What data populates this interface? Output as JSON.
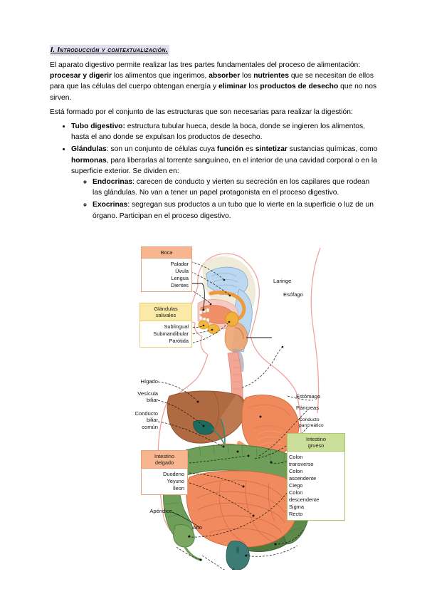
{
  "document": {
    "title": "I. Introducción y contextualización.",
    "paragraphs": [
      {
        "id": "p1",
        "runs": [
          {
            "t": "El aparato digestivo permite realizar las tres partes fundamentales del proceso de alimentación: ",
            "b": false
          },
          {
            "t": "procesar y digerir",
            "b": true
          },
          {
            "t": " los alimentos que ingerimos, ",
            "b": false
          },
          {
            "t": "absorber",
            "b": true
          },
          {
            "t": " los ",
            "b": false
          },
          {
            "t": "nutrientes",
            "b": true
          },
          {
            "t": " que se necesitan de ellos para que las células del cuerpo obtengan energía y ",
            "b": false
          },
          {
            "t": "eliminar",
            "b": true
          },
          {
            "t": " los ",
            "b": false
          },
          {
            "t": "productos de desecho",
            "b": true
          },
          {
            "t": " que no nos sirven.",
            "b": false
          }
        ]
      },
      {
        "id": "p2",
        "runs": [
          {
            "t": "Está formado por el conjunto de las estructuras que son necesarias para realizar la digestión:",
            "b": false
          }
        ]
      }
    ],
    "bullets": [
      {
        "id": "b1",
        "runs": [
          {
            "t": "Tubo digestivo:",
            "b": true
          },
          {
            "t": " estructura tubular hueca, desde la boca, donde se ingieren los alimentos, hasta el ano donde se expulsan los productos de desecho.",
            "b": false
          }
        ],
        "children": []
      },
      {
        "id": "b2",
        "runs": [
          {
            "t": "Glándulas",
            "b": true
          },
          {
            "t": ": son un conjunto de células cuya ",
            "b": false
          },
          {
            "t": "función",
            "b": true
          },
          {
            "t": " es ",
            "b": false
          },
          {
            "t": "sintetizar",
            "b": true
          },
          {
            "t": " sustancias químicas, como ",
            "b": false
          },
          {
            "t": "hormonas",
            "b": true
          },
          {
            "t": ", para liberarlas al torrente sanguíneo, en el interior de una cavidad corporal o en la superficie exterior. Se dividen en:",
            "b": false
          }
        ],
        "children": [
          {
            "id": "b2a",
            "runs": [
              {
                "t": "Endocrinas",
                "b": true
              },
              {
                "t": ": carecen de conducto y vierten su secreción en los capilares que rodean las glándulas. No van a tener un papel protagonista en el proceso digestivo.",
                "b": false
              }
            ]
          },
          {
            "id": "b2b",
            "runs": [
              {
                "t": "Exocrinas",
                "b": true
              },
              {
                "t": ": segregan sus productos a un tubo que lo vierte en la superficie o luz de un órgano. Participan en el proceso digestivo.",
                "b": false
              }
            ]
          }
        ]
      }
    ]
  },
  "diagram": {
    "name": "aparato-digestivo-humano",
    "boxes": {
      "boca": {
        "header": "Boca",
        "items": [
          "Paladar",
          "Úvula",
          "Lengua",
          "Dientes"
        ]
      },
      "glandulas_salivales": {
        "header": "Glándulas salivales",
        "header_line1": "Glándulas",
        "header_line2": "salivales",
        "items": [
          "Sublingual",
          "Submandibular",
          "Parótida"
        ]
      },
      "intestino_delgado": {
        "header": "Intestino delgado",
        "header_line1": "Intestino",
        "header_line2": "delgado",
        "items": [
          "Duodeno",
          "Yeyuno",
          "Íleon"
        ]
      },
      "intestino_grueso": {
        "header": "Intestino grueso",
        "header_line1": "Intestino",
        "header_line2": "grueso",
        "items": [
          "Colon transverso",
          "Colon ascendente",
          "Ciego",
          "Colon descendente",
          "Sigma",
          "Recto"
        ],
        "items_wrapped": [
          [
            "Colon",
            "transverso"
          ],
          [
            "Colon",
            "ascendente"
          ],
          [
            "Ciego",
            ""
          ],
          [
            "Colon",
            "descendente"
          ],
          [
            "Sigma",
            ""
          ],
          [
            "Recto",
            ""
          ]
        ]
      }
    },
    "labels": {
      "laringe": "Laringe",
      "esofago": "Esófago",
      "higado": "Hígado",
      "vesicula_biliar_l1": "Vesícula",
      "vesicula_biliar_l2": "biliar",
      "conducto_biliar_l1": "Conducto",
      "conducto_biliar_l2": "biliar",
      "conducto_biliar_l3": "común",
      "estomago": "Estómago",
      "pancreas": "Páncreas",
      "conducto_pancreatico_l1": "Conducto",
      "conducto_pancreatico_l2": "pancreático",
      "apendice": "Apéndice",
      "ano": "Ano"
    },
    "colors": {
      "body_outline": "#f4a0a0",
      "liver": "#b0683f",
      "stomach": "#f08a5d",
      "colon": "#6f9e5a",
      "small_intestine": "#f28a60",
      "rectum": "#3d7b75",
      "gallbladder": "#1d6b5e",
      "pancreas": "#f0a070",
      "tongue": "#e98b6a",
      "nasal": "#b8d4ef",
      "esophagus": "#f2a497",
      "box_salmon": "#f7b690",
      "box_yellow": "#fbe9a8",
      "box_green": "#ccdf9a",
      "title_highlight": "#e2def0"
    }
  }
}
